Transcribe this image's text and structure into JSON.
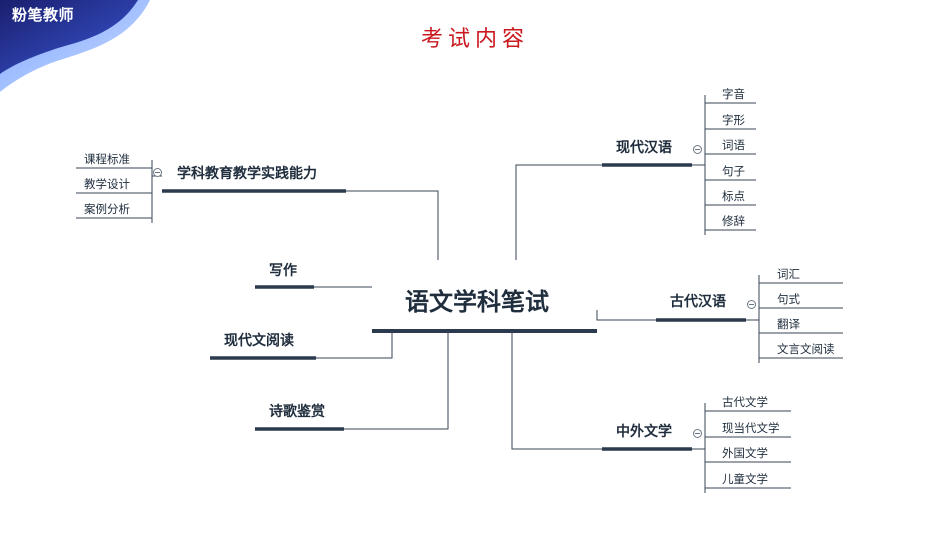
{
  "brand": {
    "logo_text": "粉笔教师"
  },
  "page_title": "考试内容",
  "diagram": {
    "root": "语文学科笔试",
    "branches": [
      {
        "label": "学科教育教学实践能力",
        "children": [
          "课程标准",
          "教学设计",
          "案例分析"
        ]
      },
      {
        "label": "写作",
        "children": []
      },
      {
        "label": "现代文阅读",
        "children": []
      },
      {
        "label": "诗歌鉴赏",
        "children": []
      },
      {
        "label": "现代汉语",
        "children": [
          "字音",
          "字形",
          "词语",
          "句子",
          "标点",
          "修辞"
        ]
      },
      {
        "label": "古代汉语",
        "children": [
          "词汇",
          "句式",
          "翻译",
          "文言文阅读"
        ]
      },
      {
        "label": "中外文学",
        "children": [
          "古代文学",
          "现当代文学",
          "外国文学",
          "儿童文学"
        ]
      }
    ]
  }
}
